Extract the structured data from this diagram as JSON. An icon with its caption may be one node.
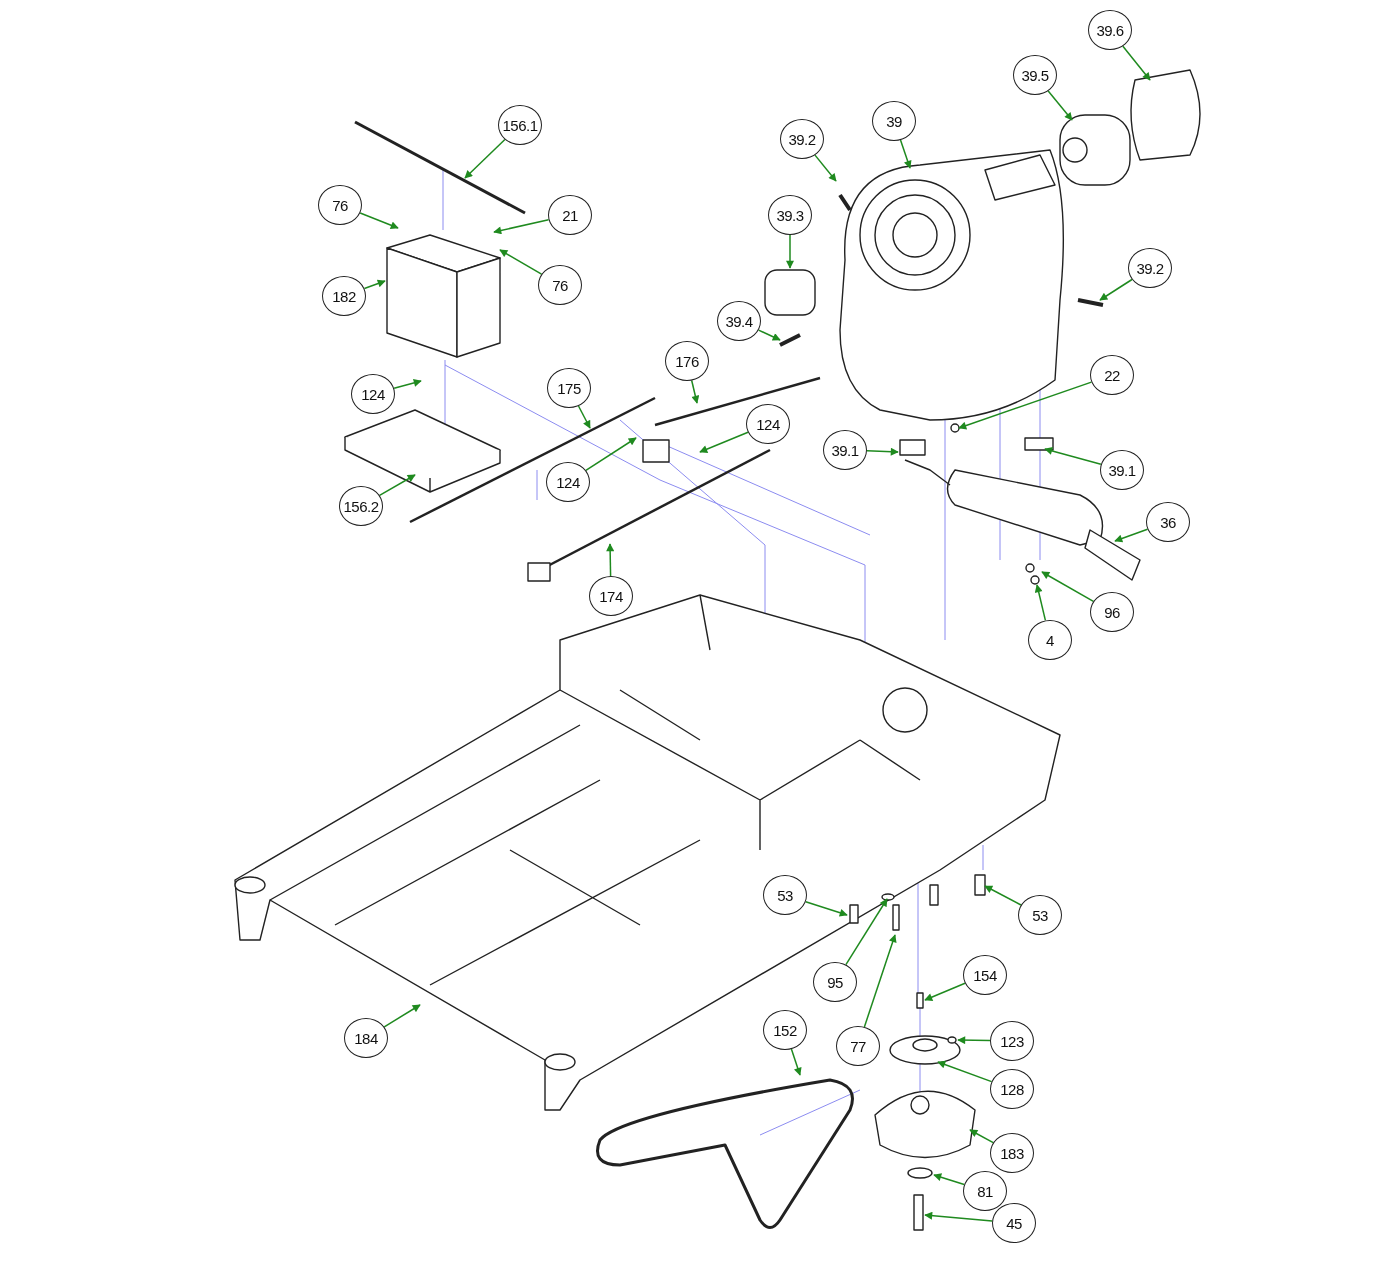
{
  "diagram": {
    "nodes": [
      {
        "text": [
          "156.1"
        ]
      },
      {
        "text": [
          "76"
        ]
      },
      {
        "text": [
          "21"
        ]
      },
      {
        "text": [
          "76"
        ]
      },
      {
        "text": [
          "182"
        ]
      },
      {
        "text": [
          "124"
        ]
      },
      {
        "text": [
          "156.2"
        ]
      },
      {
        "text": [
          "175"
        ]
      },
      {
        "text": [
          "176"
        ]
      },
      {
        "text": [
          "124"
        ]
      },
      {
        "text": [
          "124"
        ]
      },
      {
        "text": [
          "174"
        ]
      },
      {
        "text": [
          "39.2"
        ]
      },
      {
        "text": [
          "39"
        ]
      },
      {
        "text": [
          "39.6"
        ]
      },
      {
        "text": [
          "39.5"
        ]
      },
      {
        "text": [
          "39.3"
        ]
      },
      {
        "text": [
          "39.4"
        ]
      },
      {
        "text": [
          "39.2"
        ]
      },
      {
        "text": [
          "22"
        ]
      },
      {
        "text": [
          "39.1"
        ]
      },
      {
        "text": [
          "39.1"
        ]
      },
      {
        "text": [
          "36"
        ]
      },
      {
        "text": [
          "96"
        ]
      },
      {
        "text": [
          "4"
        ]
      },
      {
        "text": [
          "53"
        ]
      },
      {
        "text": [
          "53"
        ]
      },
      {
        "text": [
          "95"
        ]
      },
      {
        "text": [
          "77"
        ]
      },
      {
        "text": [
          "154"
        ]
      },
      {
        "text": [
          "123"
        ]
      },
      {
        "text": [
          "128"
        ]
      },
      {
        "text": [
          "183"
        ]
      },
      {
        "text": [
          "81"
        ]
      },
      {
        "text": [
          "45"
        ]
      },
      {
        "text": [
          "152"
        ]
      },
      {
        "text": [
          "184"
        ]
      }
    ],
    "edges": [
      {
        "from": 0,
        "to": null,
        "arrow": "to"
      },
      {
        "from": 1,
        "to": null,
        "arrow": "to"
      },
      {
        "from": 2,
        "to": null,
        "arrow": "to"
      },
      {
        "from": 3,
        "to": null,
        "arrow": "to"
      },
      {
        "from": 4,
        "to": null,
        "arrow": "to"
      },
      {
        "from": 5,
        "to": null,
        "arrow": "to"
      },
      {
        "from": 6,
        "to": null,
        "arrow": "to"
      },
      {
        "from": 7,
        "to": null,
        "arrow": "to"
      },
      {
        "from": 8,
        "to": null,
        "arrow": "to"
      },
      {
        "from": 9,
        "to": null,
        "arrow": "to"
      },
      {
        "from": 10,
        "to": null,
        "arrow": "to"
      },
      {
        "from": 11,
        "to": null,
        "arrow": "to"
      },
      {
        "from": 12,
        "to": null,
        "arrow": "to"
      },
      {
        "from": 13,
        "to": null,
        "arrow": "to"
      },
      {
        "from": 14,
        "to": null,
        "arrow": "to"
      },
      {
        "from": 15,
        "to": null,
        "arrow": "to"
      },
      {
        "from": 16,
        "to": null,
        "arrow": "to"
      },
      {
        "from": 17,
        "to": null,
        "arrow": "to"
      },
      {
        "from": 18,
        "to": null,
        "arrow": "to"
      },
      {
        "from": 19,
        "to": null,
        "arrow": "to"
      },
      {
        "from": 20,
        "to": null,
        "arrow": "to"
      },
      {
        "from": 21,
        "to": null,
        "arrow": "to"
      },
      {
        "from": 22,
        "to": null,
        "arrow": "to"
      },
      {
        "from": 23,
        "to": null,
        "arrow": "to"
      },
      {
        "from": 24,
        "to": null,
        "arrow": "to"
      },
      {
        "from": 25,
        "to": null,
        "arrow": "to"
      },
      {
        "from": 26,
        "to": null,
        "arrow": "to"
      },
      {
        "from": 27,
        "to": null,
        "arrow": "to"
      },
      {
        "from": 28,
        "to": null,
        "arrow": "to"
      },
      {
        "from": 29,
        "to": null,
        "arrow": "to"
      },
      {
        "from": 30,
        "to": null,
        "arrow": "to"
      },
      {
        "from": 31,
        "to": null,
        "arrow": "to"
      },
      {
        "from": 32,
        "to": null,
        "arrow": "to"
      },
      {
        "from": 33,
        "to": null,
        "arrow": "to"
      },
      {
        "from": 34,
        "to": null,
        "arrow": "to"
      },
      {
        "from": 35,
        "to": null,
        "arrow": "to"
      },
      {
        "from": 36,
        "to": null,
        "arrow": "to"
      }
    ]
  }
}
